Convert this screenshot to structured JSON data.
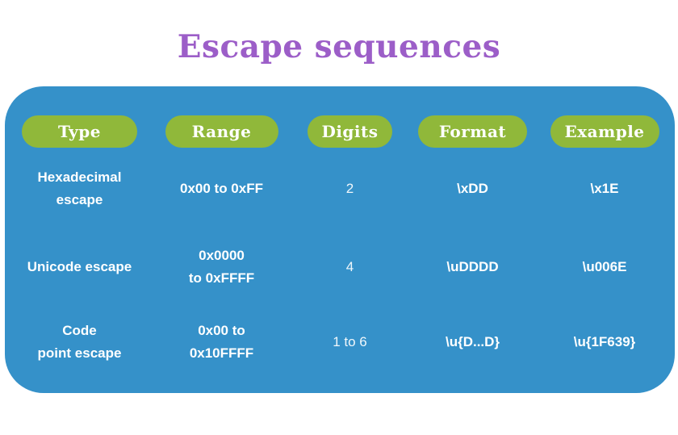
{
  "page": {
    "title": "Escape sequences"
  },
  "colors": {
    "panel_blue": "#3591c9",
    "pill_green": "#90b83a",
    "title_purple": "#9c5ec8",
    "text_white": "#ffffff",
    "background": "#ffffff"
  },
  "table": {
    "headers": [
      "Type",
      "Range",
      "Digits",
      "Format",
      "Example"
    ],
    "rows": [
      {
        "type": "Hexadecimal\nescape",
        "range": "0x00 to 0xFF",
        "digits": "2",
        "format": "\\xDD",
        "example": "\\x1E"
      },
      {
        "type": "Unicode escape",
        "range": "0x0000\nto 0xFFFF",
        "digits": "4",
        "format": "\\uDDDD",
        "example": "\\u006E"
      },
      {
        "type": "Code\npoint escape",
        "range": "0x00 to\n0x10FFFF",
        "digits": "1 to 6",
        "format": "\\u{D...D}",
        "example": "\\u{1F639}"
      }
    ]
  }
}
